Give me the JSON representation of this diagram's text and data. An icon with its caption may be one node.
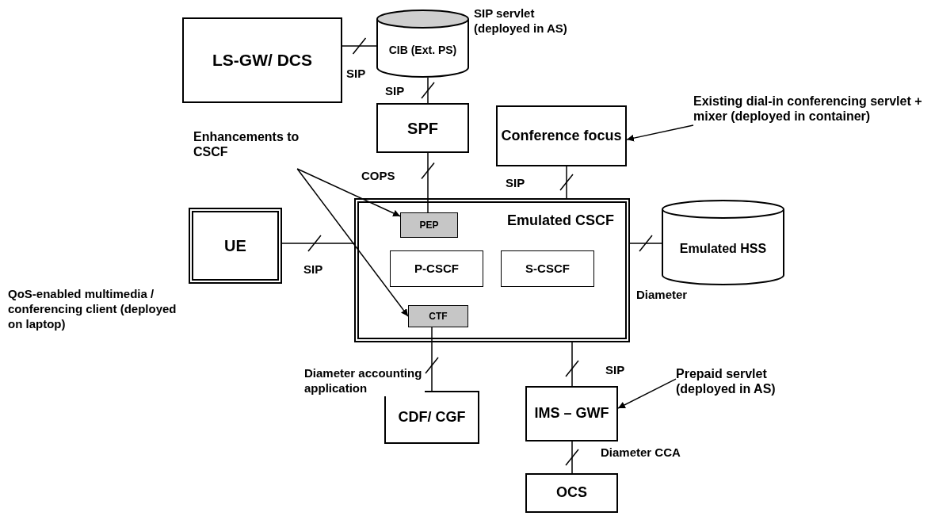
{
  "diagram": {
    "nodes": [
      {
        "text": [
          "LS-GW/ DCS"
        ]
      },
      {
        "text": [
          "CIB (Ext. PS)"
        ],
        "beside": [
          "SIP servlet (deployed in AS)"
        ]
      },
      {
        "text": [
          "SPF"
        ]
      },
      {
        "text": [
          "Conference focus"
        ]
      },
      {
        "text": [
          "Existing dial-in conferencing servlet + mixer (deployed in container)"
        ]
      },
      {
        "text": [
          "Enhancements to CSCF"
        ]
      },
      {
        "text": [
          "Emulated CSCF"
        ]
      },
      {
        "text": [
          "PEP"
        ],
        "in": 6
      },
      {
        "text": [
          "P-CSCF"
        ],
        "in": 6
      },
      {
        "text": [
          "S-CSCF"
        ],
        "in": 6
      },
      {
        "text": [
          "CTF"
        ],
        "in": 6
      },
      {
        "text": [
          "UE"
        ],
        "beside": [
          "QoS-enabled multimedia / conferencing client (deployed on laptop)"
        ]
      },
      {
        "text": [
          "Emulated HSS"
        ]
      },
      {
        "text": [
          "CDF/ CGF"
        ]
      },
      {
        "text": [
          "Prepaid servlet (deployed in AS)"
        ]
      },
      {
        "text": [
          "IMS – GWF"
        ]
      },
      {
        "text": [
          "OCS"
        ]
      }
    ],
    "edges": [
      {
        "from": 0,
        "to": 1,
        "arrow": "none",
        "label": "SIP"
      },
      {
        "from": 1,
        "to": 2,
        "arrow": "none",
        "label": "SIP"
      },
      {
        "from": 2,
        "to": 7,
        "arrow": "none",
        "label": "COPS"
      },
      {
        "from": 3,
        "to": 6,
        "arrow": "none",
        "label": "SIP"
      },
      {
        "from": 4,
        "to": 3,
        "arrow": "to"
      },
      {
        "from": 5,
        "to": 7,
        "arrow": "to"
      },
      {
        "from": 5,
        "to": 10,
        "arrow": "to"
      },
      {
        "from": 11,
        "to": 6,
        "arrow": "none",
        "label": "SIP"
      },
      {
        "from": 6,
        "to": 12,
        "arrow": "none",
        "label": "Diameter"
      },
      {
        "from": 10,
        "to": 13,
        "arrow": "none",
        "label": "Diameter accounting application"
      },
      {
        "from": 6,
        "to": 15,
        "arrow": "none",
        "label": "SIP"
      },
      {
        "from": 14,
        "to": 15,
        "arrow": "to"
      },
      {
        "from": 15,
        "to": 16,
        "arrow": "none",
        "label": "Diameter CCA"
      }
    ]
  }
}
